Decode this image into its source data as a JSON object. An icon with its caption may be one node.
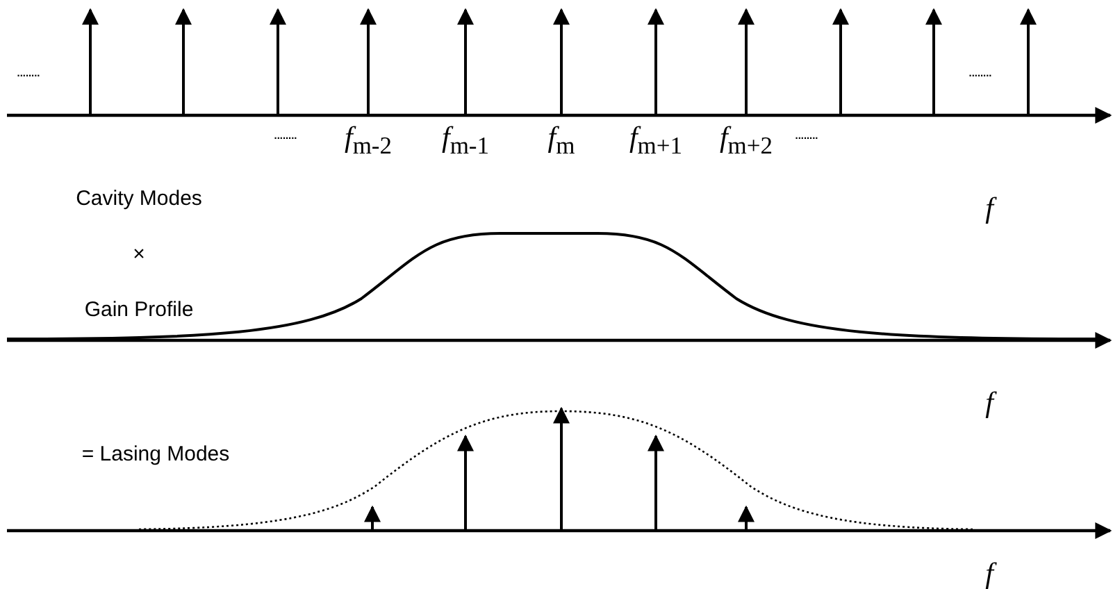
{
  "diagram": {
    "labels": [
      "........",
      "........",
      "........",
      "*f*$_{m-2}$",
      "*f*$_{m-1}$",
      "*f*$_{m}$",
      "*f*$_{m+1}$",
      "*f*$_{m+2}$",
      "........",
      "Cavity Modes",
      "*f*",
      "×",
      "Gain Profile",
      "*f*",
      "= Lasing Modes",
      "*f*"
    ]
  }
}
